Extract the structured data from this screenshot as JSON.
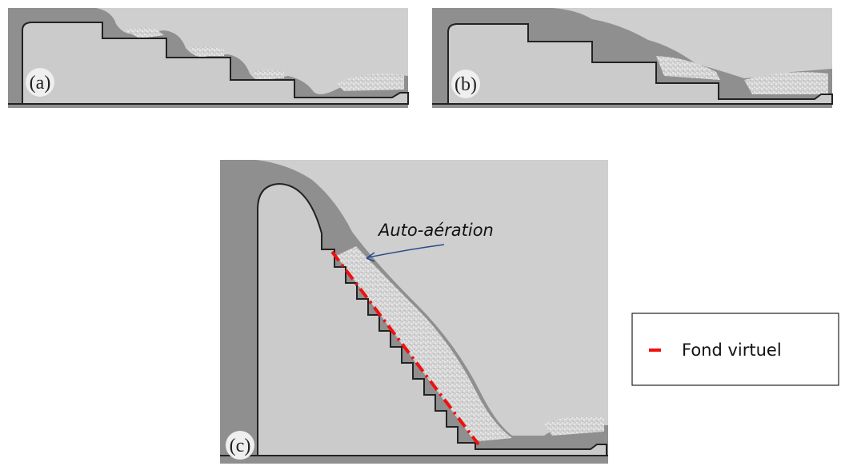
{
  "panels": [
    {
      "label": "(a)"
    },
    {
      "label": "(b)"
    },
    {
      "label": "(c)"
    }
  ],
  "annotation": {
    "text": "Auto-aération"
  },
  "legend": {
    "label": "Fond virtuel",
    "swatch_color": "#ee1111"
  },
  "colors": {
    "dam": "#cbcbcb",
    "water": "#8f8f8f",
    "aerated": "#d9d9d9",
    "outline": "#222222",
    "arrow": "#2b4a8b",
    "virtual_bottom": "#ee1111"
  }
}
